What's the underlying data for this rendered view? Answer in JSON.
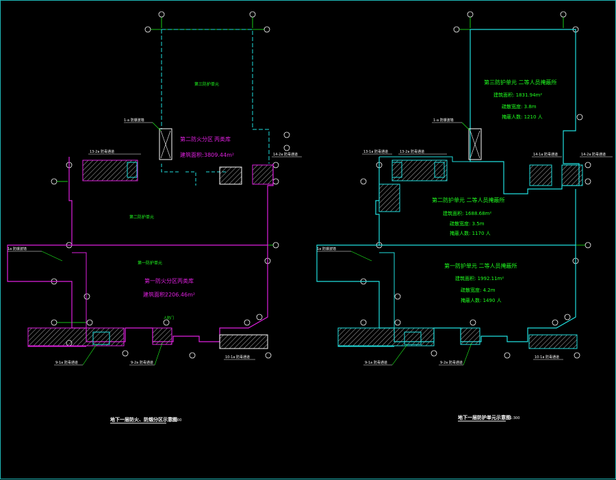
{
  "colors": {
    "background": "#000000",
    "frame": "#1fb8b8",
    "magenta": "#e020e0",
    "cyan": "#20e0e0",
    "green": "#20ff20",
    "white": "#ffffff",
    "hatch": "#808080"
  },
  "left_plan": {
    "upper_zone_label": "第三防护单元",
    "middle_zone_label": "第二防护单元",
    "lower_zone_label": "第一防护单元",
    "unit2_title": "第二防火分区",
    "unit2_type": "丙类库",
    "unit2_area_label": "建筑面积:",
    "unit2_area": "3809.44m²",
    "unit1_title": "第一防火分区",
    "unit1_type": "丙类库",
    "unit1_area_label": "建筑面积:",
    "unit1_area": "2206.46m²",
    "labels": [
      "1-a 防爆波墙",
      "13-2a 防毒通道",
      "14-2a 防毒通道",
      "1a 防爆波墙",
      "9-1a 防毒通道",
      "9-2a 防毒通道",
      "10-1a 防毒通道",
      "人防门"
    ],
    "caption": "地下一层防火、防烟分区示意图",
    "scale": "1:300"
  },
  "right_plan": {
    "unit3_title": "第三防护单元  二等人员掩蔽所",
    "unit3_area": "建筑面积: 1831.94m²",
    "unit3_width": "疏散宽度: 3.8m",
    "unit3_people": "掩蔽人数: 1210 人",
    "unit2_title": "第二防护单元  二等人员掩蔽所",
    "unit2_area": "建筑面积: 1688.68m²",
    "unit2_width": "疏散宽度: 3.5m",
    "unit2_people": "掩蔽人数: 1170 人",
    "unit1_title": "第一防护单元  二等人员掩蔽所",
    "unit1_area": "建筑面积: 1992.11m²",
    "unit1_width": "疏散宽度: 4.2m",
    "unit1_people": "掩蔽人数: 1490 人",
    "labels": [
      "1-a 防爆波墙",
      "13-1a 防毒通道",
      "13-2a 防毒通道",
      "14-1a 防毒通道",
      "14-2a 防毒通道",
      "1a 防爆波墙",
      "9-1a 防毒通道",
      "9-2a 防毒通道",
      "10-1a 防毒通道"
    ],
    "caption": "地下一层防护单元示意图",
    "scale": "1:300"
  }
}
